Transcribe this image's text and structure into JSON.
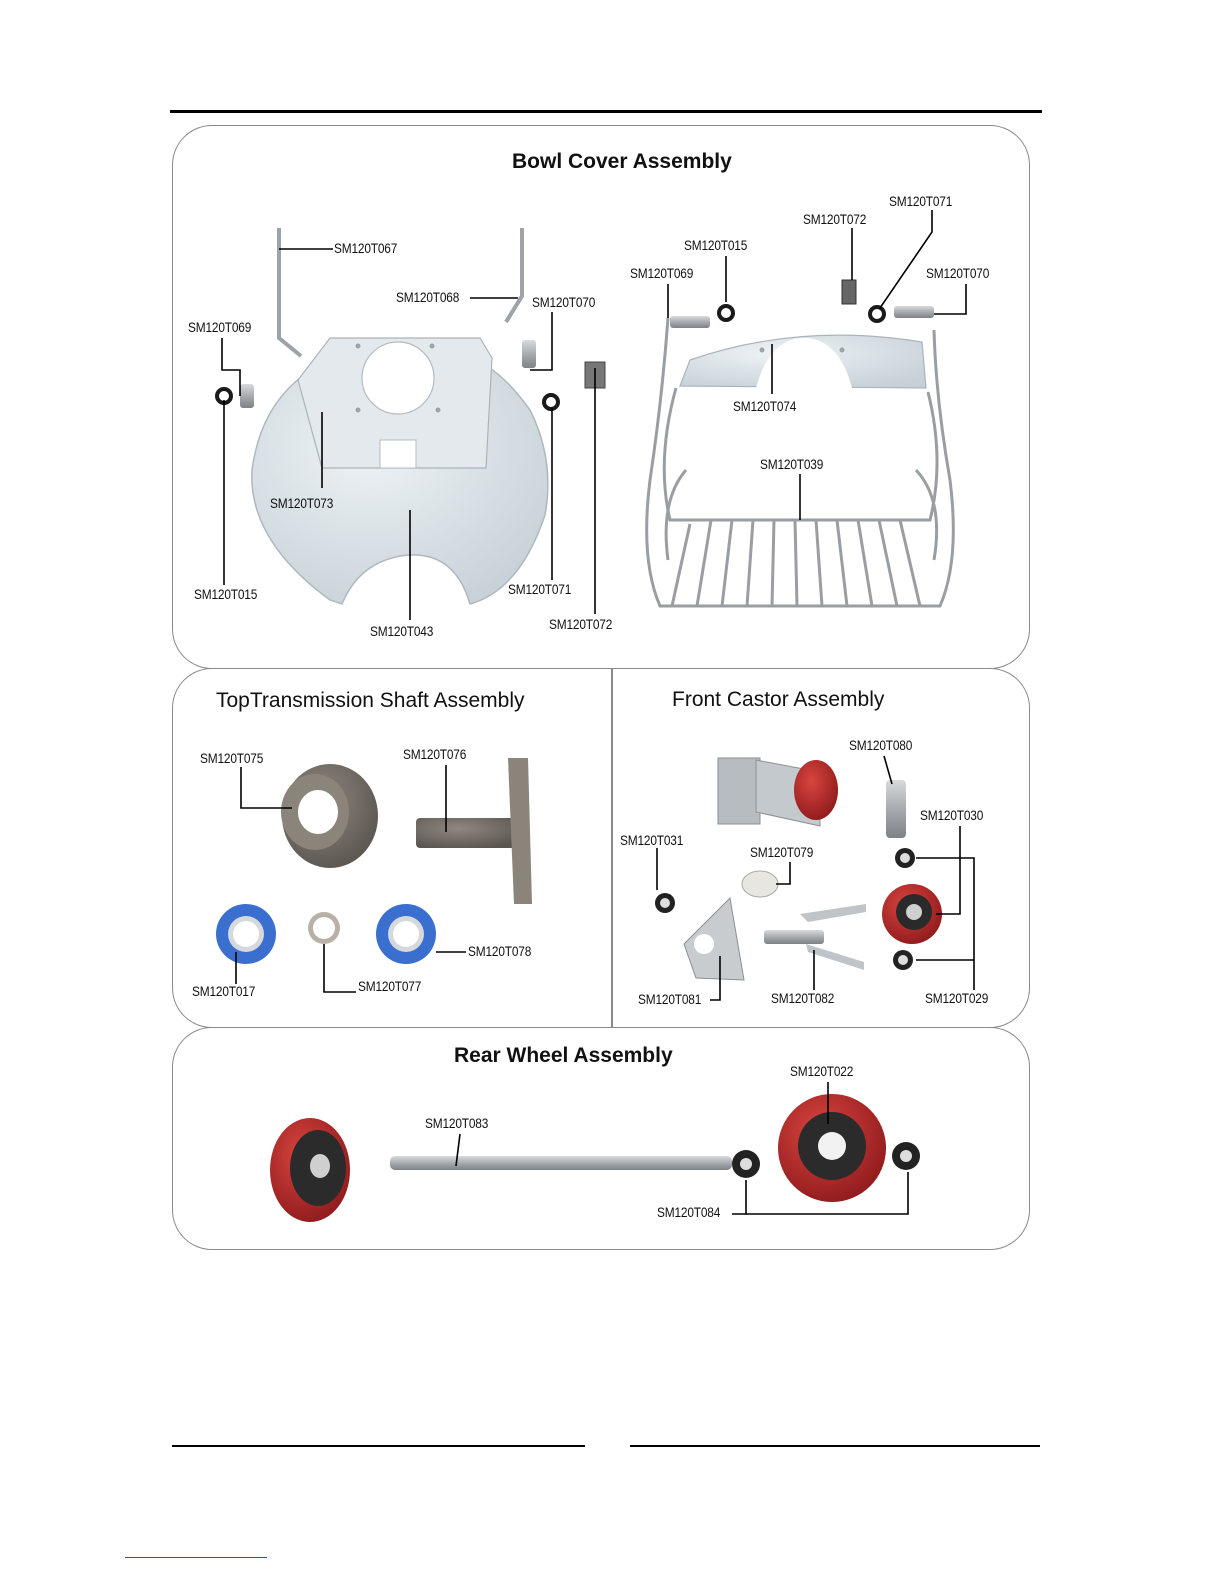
{
  "sections": {
    "bowl_cover": {
      "title": "Bowl Cover Assembly"
    },
    "top_transmission": {
      "title": "TopTransmission Shaft Assembly"
    },
    "front_castor": {
      "title": "Front Castor Assembly"
    },
    "rear_wheel": {
      "title": "Rear Wheel Assembly"
    }
  },
  "labels": {
    "bc_067": "SM120T067",
    "bc_068": "SM120T068",
    "bc_069_left": "SM120T069",
    "bc_070_left": "SM120T070",
    "bc_073": "SM120T073",
    "bc_015_left": "SM120T015",
    "bc_043": "SM120T043",
    "bc_071_left": "SM120T071",
    "bc_072_left": "SM120T072",
    "bc_071_right": "SM120T071",
    "bc_072_right": "SM120T072",
    "bc_015_right": "SM120T015",
    "bc_069_right": "SM120T069",
    "bc_070_right": "SM120T070",
    "bc_074": "SM120T074",
    "bc_039": "SM120T039",
    "ts_075": "SM120T075",
    "ts_076": "SM120T076",
    "ts_017": "SM120T017",
    "ts_077": "SM120T077",
    "ts_078": "SM120T078",
    "fc_080": "SM120T080",
    "fc_030": "SM120T030",
    "fc_031": "SM120T031",
    "fc_079": "SM120T079",
    "fc_081": "SM120T081",
    "fc_082": "SM120T082",
    "fc_029": "SM120T029",
    "rw_022": "SM120T022",
    "rw_083": "SM120T083",
    "rw_084": "SM120T084"
  },
  "colors": {
    "frame": "#8a8a8a",
    "metal": "#b8bcc0",
    "wheel_red": "#b8262a",
    "bearing_blue": "#3a6fd0"
  }
}
